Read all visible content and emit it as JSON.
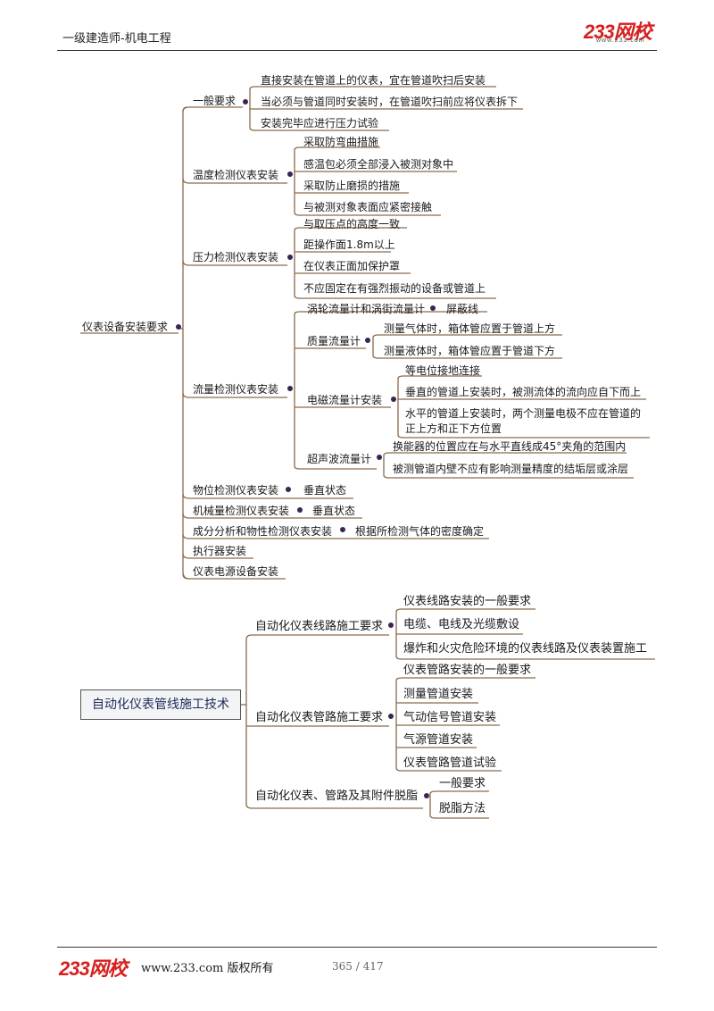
{
  "header": {
    "title": "一级建造师-机电工程",
    "logo": "233网校",
    "logo_sub": "www.233.com"
  },
  "footer": {
    "logo": "233网校",
    "site": "www.233.com 版权所有",
    "page": "365 / 417"
  },
  "colors": {
    "branch": "#8b6a4a",
    "node_dot": "#3a2450",
    "logo": "#d62020"
  },
  "map1": {
    "root": "仪表设备安装要求",
    "branches": [
      {
        "label": "一般要求",
        "children": [
          "直接安装在管道上的仪表，宜在管道吹扫后安装",
          "当必须与管道同时安装时，在管道吹扫前应将仪表拆下",
          "安装完毕应进行压力试验"
        ]
      },
      {
        "label": "温度检测仪表安装",
        "children": [
          "采取防弯曲措施",
          "感温包必须全部浸入被测对象中",
          "采取防止磨损的措施",
          "与被测对象表面应紧密接触"
        ]
      },
      {
        "label": "压力检测仪表安装",
        "children": [
          "与取压点的高度一致",
          "距操作面1.8m以上",
          "在仪表正面加保护罩",
          "不应固定在有强烈振动的设备或管道上"
        ]
      },
      {
        "label": "流量检测仪表安装",
        "children": [
          {
            "label": "涡轮流量计和涡街流量计",
            "children": [
              "屏蔽线"
            ]
          },
          {
            "label": "质量流量计",
            "children": [
              "测量气体时，箱体管应置于管道上方",
              "测量液体时，箱体管应置于管道下方"
            ]
          },
          {
            "label": "电磁流量计安装",
            "children": [
              "等电位接地连接",
              "垂直的管道上安装时，被测流体的流向应自下而上",
              "水平的管道上安装时，两个测量电极不应在管道的",
              "正上方和正下方位置"
            ]
          },
          {
            "label": "超声波流量计",
            "children": [
              "换能器的位置应在与水平直线成45°夹角的范围内",
              "被测管道内壁不应有影响测量精度的结垢层或涂层"
            ]
          }
        ]
      },
      {
        "label": "物位检测仪表安装",
        "children": [
          "垂直状态"
        ]
      },
      {
        "label": "机械量检测仪表安装",
        "children": [
          "垂直状态"
        ]
      },
      {
        "label": "成分分析和物性检测仪表安装",
        "children": [
          "根据所检测气体的密度确定"
        ]
      },
      {
        "label": "执行器安装",
        "children": []
      },
      {
        "label": "仪表电源设备安装",
        "children": []
      }
    ]
  },
  "map2": {
    "root": "自动化仪表管线施工技术",
    "branches": [
      {
        "label": "自动化仪表线路施工要求",
        "children": [
          "仪表线路安装的一般要求",
          "电缆、电线及光缆敷设",
          "爆炸和火灾危险环境的仪表线路及仪表装置施工"
        ]
      },
      {
        "label": "自动化仪表管路施工要求",
        "children": [
          "仪表管路安装的一般要求",
          "测量管道安装",
          "气动信号管道安装",
          "气源管道安装",
          "仪表管路管道试验"
        ]
      },
      {
        "label": "自动化仪表、管路及其附件脱脂",
        "children": [
          "一般要求",
          "脱脂方法"
        ]
      }
    ]
  }
}
